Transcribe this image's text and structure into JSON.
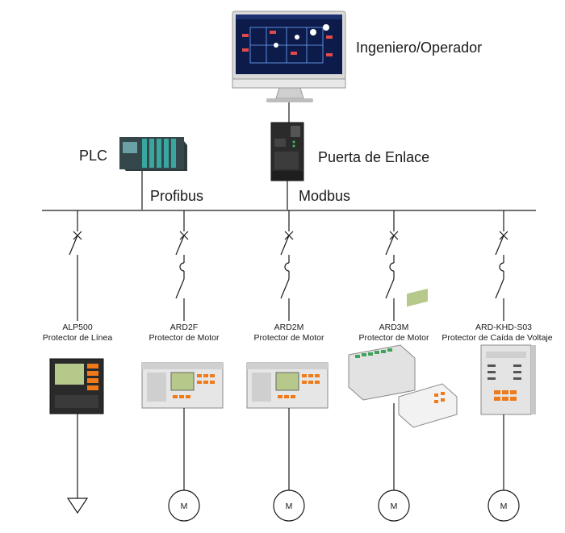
{
  "top": {
    "operator_label": "Ingeniero/Operador",
    "gateway_label": "Puerta de Enlace",
    "plc_label": "PLC"
  },
  "bus": {
    "profibus_label": "Profibus",
    "modbus_label": "Modbus"
  },
  "devices": [
    {
      "model": "ALP500",
      "description": "Protector de Línea",
      "load": "ground"
    },
    {
      "model": "ARD2F",
      "description": "Protector de Motor",
      "load": "motor",
      "load_label": "M"
    },
    {
      "model": "ARD2M",
      "description": "Protector de Motor",
      "load": "motor",
      "load_label": "M"
    },
    {
      "model": "ARD3M",
      "description": "Protector de Motor",
      "load": "motor",
      "load_label": "M"
    },
    {
      "model": "ARD-KHD-S03",
      "description": "Protector de Caída de Voltaje",
      "load": "motor",
      "load_label": "M"
    }
  ],
  "colors": {
    "line": "#1a1a1a",
    "screen_bg": "#0d1b4a",
    "plc_teal": "#3aa6a0",
    "panel_orange": "#f07a1a",
    "lcd_green": "#b7c98a"
  }
}
